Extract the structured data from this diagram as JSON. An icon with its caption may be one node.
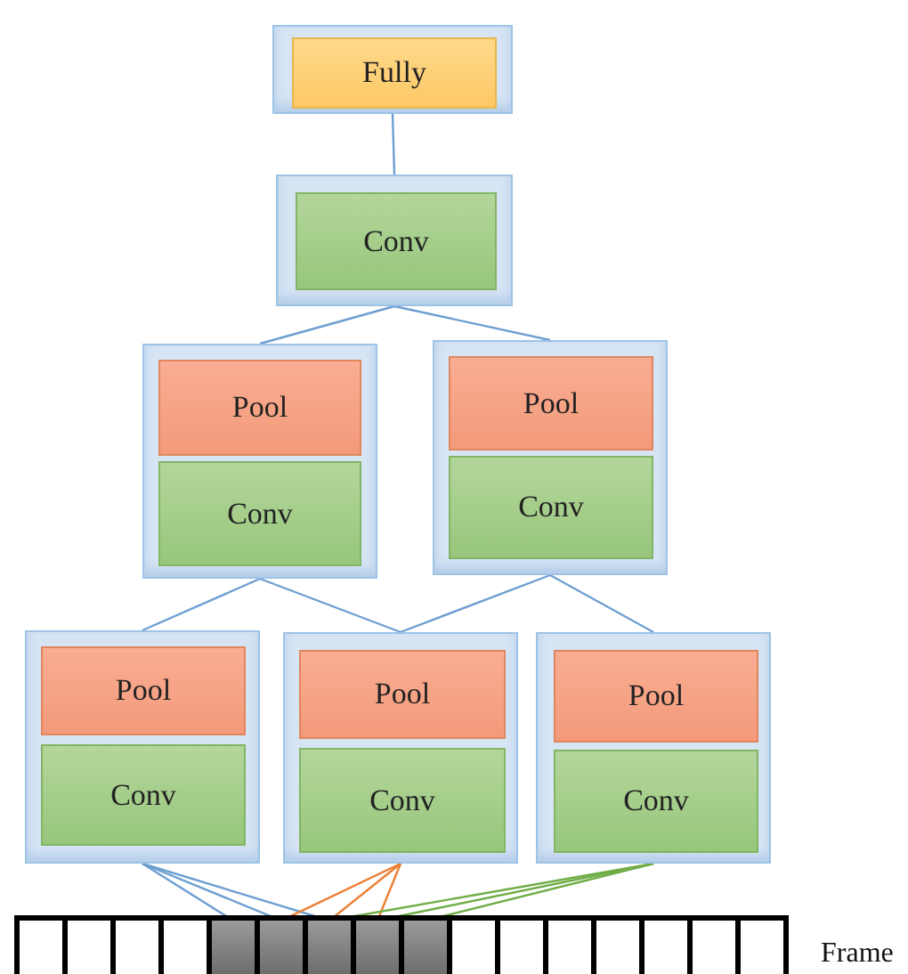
{
  "diagram": {
    "nodes": [
      {
        "text": [],
        "shape": "box"
      },
      {
        "text": [
          "Fully"
        ],
        "in": 0
      },
      {
        "text": [],
        "shape": "box"
      },
      {
        "text": [
          "Conv"
        ],
        "in": 2
      },
      {
        "text": [],
        "shape": "box"
      },
      {
        "text": [
          "Pool"
        ],
        "in": 4
      },
      {
        "text": [
          "Conv"
        ],
        "in": 4
      },
      {
        "text": [],
        "shape": "box"
      },
      {
        "text": [
          "Pool"
        ],
        "in": 7
      },
      {
        "text": [
          "Conv"
        ],
        "in": 7
      },
      {
        "text": [],
        "shape": "box"
      },
      {
        "text": [
          "Pool"
        ],
        "in": 10
      },
      {
        "text": [
          "Conv"
        ],
        "in": 10
      },
      {
        "text": [],
        "shape": "box"
      },
      {
        "text": [
          "Pool"
        ],
        "in": 13
      },
      {
        "text": [
          "Conv"
        ],
        "in": 13
      },
      {
        "text": [],
        "shape": "box"
      },
      {
        "text": [
          "Pool"
        ],
        "in": 16
      },
      {
        "text": [
          "Conv"
        ],
        "in": 16
      },
      {
        "text": [],
        "shape": "box",
        "beside": [
          "Frame"
        ]
      },
      {
        "text": [],
        "shape": "box",
        "in": 19
      },
      {
        "text": [],
        "shape": "box",
        "in": 19
      },
      {
        "text": [],
        "shape": "box",
        "in": 19
      },
      {
        "text": [],
        "shape": "box",
        "in": 19
      },
      {
        "text": [],
        "shape": "box",
        "in": 19
      },
      {
        "text": [],
        "shape": "box",
        "in": 19
      },
      {
        "text": [],
        "shape": "box",
        "in": 19
      },
      {
        "text": [],
        "shape": "box",
        "in": 19
      },
      {
        "text": [],
        "shape": "box",
        "in": 19
      },
      {
        "text": [],
        "shape": "box",
        "in": 19
      },
      {
        "text": [],
        "shape": "box",
        "in": 19
      },
      {
        "text": [],
        "shape": "box",
        "in": 19
      },
      {
        "text": [],
        "shape": "box",
        "in": 19
      },
      {
        "text": [],
        "shape": "box",
        "in": 19
      },
      {
        "text": [],
        "shape": "box",
        "in": 19
      },
      {
        "text": [],
        "shape": "box",
        "in": 19
      }
    ],
    "edges": [
      {
        "from": 0,
        "to": 2,
        "arrow": "none"
      },
      {
        "from": 2,
        "to": 4,
        "arrow": "none"
      },
      {
        "from": 2,
        "to": 7,
        "arrow": "none"
      },
      {
        "from": 4,
        "to": 10,
        "arrow": "none"
      },
      {
        "from": 4,
        "to": 13,
        "arrow": "none"
      },
      {
        "from": 7,
        "to": 13,
        "arrow": "none"
      },
      {
        "from": 7,
        "to": 16,
        "arrow": "none"
      },
      {
        "from": 10,
        "to": 24,
        "arrow": "none"
      },
      {
        "from": 10,
        "to": 25,
        "arrow": "none"
      },
      {
        "from": 10,
        "to": 26,
        "arrow": "none"
      },
      {
        "from": 13,
        "to": 25,
        "arrow": "none",
        "color": "#ed7d31"
      },
      {
        "from": 13,
        "to": 26,
        "arrow": "none",
        "color": "#ed7d31"
      },
      {
        "from": 13,
        "to": 27,
        "arrow": "none",
        "color": "#ed7d31"
      },
      {
        "from": 16,
        "to": 26,
        "arrow": "none",
        "color": "#70ad47"
      },
      {
        "from": 16,
        "to": 27,
        "arrow": "none",
        "color": "#70ad47"
      },
      {
        "from": 16,
        "to": 28,
        "arrow": "none",
        "color": "#70ad47"
      }
    ]
  }
}
